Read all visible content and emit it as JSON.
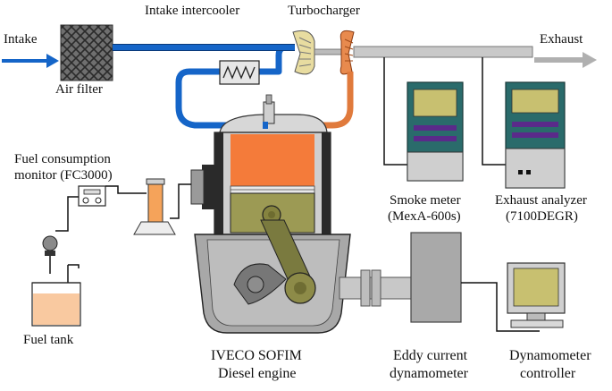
{
  "labels": {
    "intake": "Intake",
    "air_filter": "Air filter",
    "intake_intercooler": "Intake intercooler",
    "turbocharger": "Turbocharger",
    "exhaust": "Exhaust",
    "fuel_monitor_line1": "Fuel consumption",
    "fuel_monitor_line2": "monitor (FC3000)",
    "smoke_meter_line1": "Smoke meter",
    "smoke_meter_line2": "(MexA-600s)",
    "exhaust_analyzer_line1": "Exhaust analyzer",
    "exhaust_analyzer_line2": "(7100DEGR)",
    "fuel_tank": "Fuel tank",
    "engine_line1": "IVECO SOFIM",
    "engine_line2": "Diesel engine",
    "eddy_line1": "Eddy current",
    "eddy_line2": "dynamometer",
    "dyno_ctrl_line1": "Dynamometer",
    "dyno_ctrl_line2": "controller"
  },
  "colors": {
    "intake_pipe": "#1565c8",
    "exhaust_pipe": "#e07a3c",
    "combustion": "#f47b3a",
    "piston": "#9c9a54",
    "crankcase": "#a8a8a8",
    "instrument_body": "#2a6b6b",
    "instrument_screen": "#c8c070",
    "fuel": "#f9c9a0",
    "exhaust_out_pipe": "#b8b8b8"
  },
  "icons": {
    "air_filter": "crosshatch-filter-icon",
    "intercooler": "zigzag-coil-icon",
    "turbocharger": "turbine-icon",
    "fuel_pump": "pump-icon"
  }
}
